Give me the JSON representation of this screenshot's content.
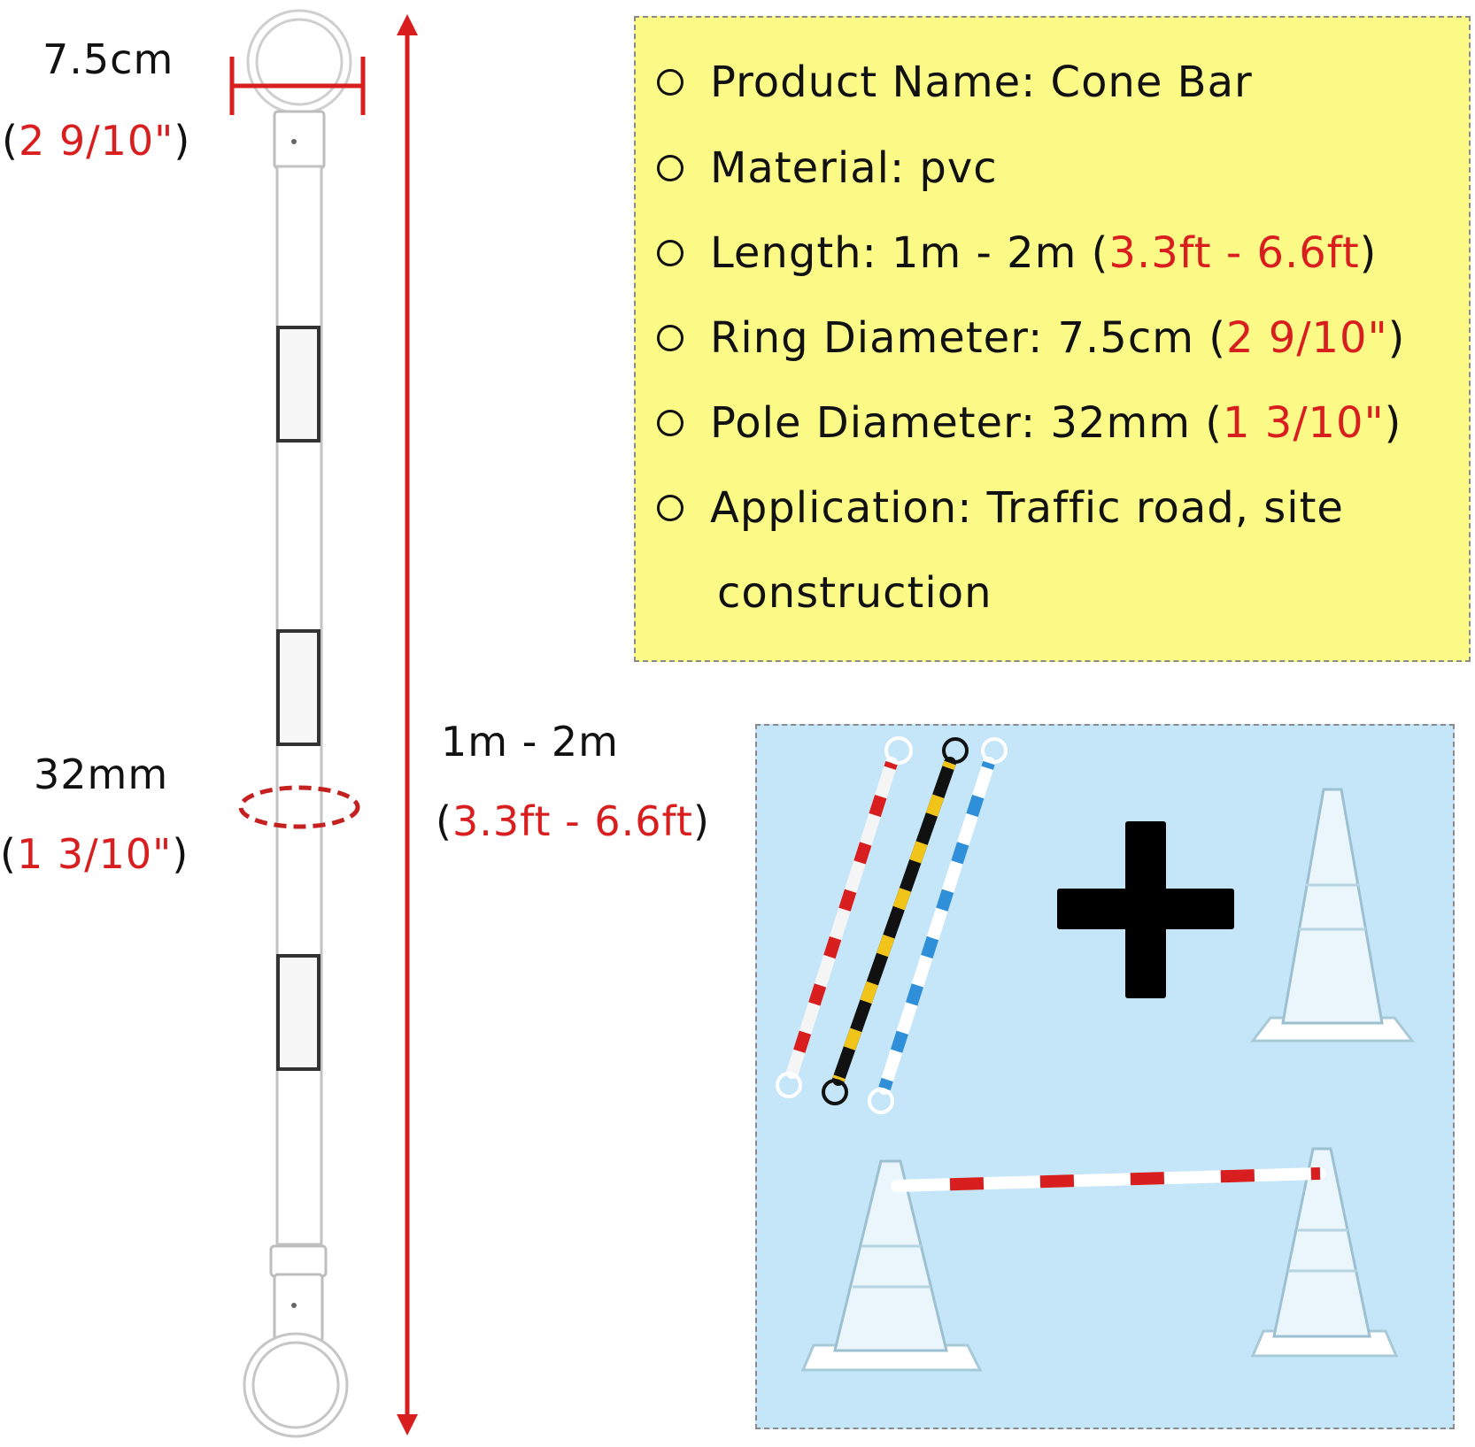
{
  "dimensions": {
    "ring": {
      "metric": "7.5cm",
      "open": "(",
      "imperial": "2 9/10\"",
      "close": ")"
    },
    "pole": {
      "metric": "32mm",
      "open": "(",
      "imperial": "1 3/10\"",
      "close": ")"
    },
    "length": {
      "metric": "1m - 2m",
      "open": "(",
      "imperial": "3.3ft - 6.6ft",
      "close": ")"
    }
  },
  "specs": [
    {
      "text": "Product Name: Cone Bar"
    },
    {
      "text": "Material: pvc"
    },
    {
      "text": "Length: 1m - 2m (",
      "red": "3.3ft - 6.6ft",
      "after": ")"
    },
    {
      "text": "Ring Diameter: 7.5cm (",
      "red": "2 9/10\"",
      "after": ")"
    },
    {
      "text": "Pole Diameter: 32mm (",
      "red": "1 3/10\"",
      "after": ")"
    },
    {
      "text": "Application: Traffic road, site",
      "continuation": "construction"
    }
  ],
  "colors": {
    "accent_red": "#d81e1e",
    "spec_background": "#fbfa87",
    "usage_background": "#c5e6f8",
    "bar_yellow": "#f0c419",
    "bar_blue": "#2f8fd8"
  },
  "icons": {
    "bullet": "hollow-circle",
    "plus": "plus-icon"
  }
}
